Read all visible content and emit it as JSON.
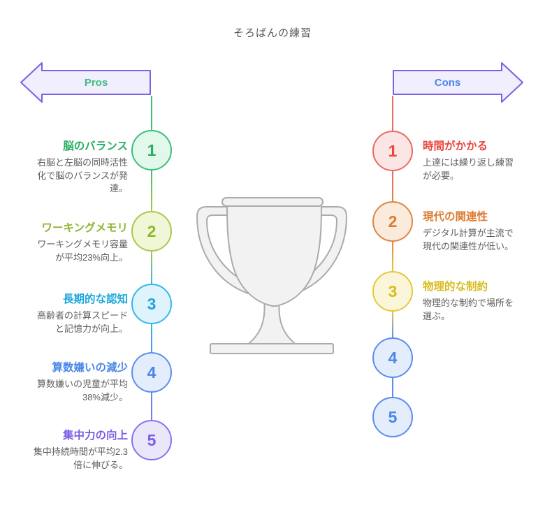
{
  "title": "そろばんの練習",
  "colors": {
    "background": "#FFFFFF",
    "title_text": "#565656",
    "description_text": "#5D5D5D",
    "arrow_fill": "#F1EEFD",
    "arrow_stroke": "#7D5FE8",
    "trophy_fill": "#F2F2F2",
    "trophy_stroke": "#ABABAB"
  },
  "pros": {
    "label": "Pros",
    "label_color": "#3DBD7D",
    "arrow_fill": "#F1EEFD",
    "arrow_stroke": "#7D5FE8",
    "items": [
      {
        "num": "1",
        "title": "脳のバランス",
        "desc": "右脳と左脳の同時活性化で脳のバランスが発達。",
        "line": "#3FBE7C",
        "fill": "#E2F8EB",
        "text": "#27AE60"
      },
      {
        "num": "2",
        "title": "ワーキングメモリ",
        "desc": "ワーキングメモリ容量が平均23%向上。",
        "line": "#A6C94F",
        "fill": "#F0F7D7",
        "text": "#93B431"
      },
      {
        "num": "3",
        "title": "長期的な認知",
        "desc": "高齢者の計算スピードと記憶力が向上。",
        "line": "#33B8E8",
        "fill": "#DFF3FC",
        "text": "#1BA6DD"
      },
      {
        "num": "4",
        "title": "算数嫌いの減少",
        "desc": "算数嫌いの児童が平均38%減少。",
        "line": "#5B8DEF",
        "fill": "#E4EDFC",
        "text": "#4A86E8"
      },
      {
        "num": "5",
        "title": "集中力の向上",
        "desc": "集中持続時間が平均2.3倍に伸びる。",
        "line": "#8B72E9",
        "fill": "#EAE7FB",
        "text": "#7A5CE6"
      }
    ]
  },
  "cons": {
    "label": "Cons",
    "label_color": "#4A86E8",
    "arrow_fill": "#F1EEFD",
    "arrow_stroke": "#7D5FE8",
    "items": [
      {
        "num": "1",
        "title": "時間がかかる",
        "desc": "上達には繰り返し練習が必要。",
        "line": "#E96C63",
        "fill": "#FBE6E5",
        "text": "#E8463E"
      },
      {
        "num": "2",
        "title": "現代の関連性",
        "desc": "デジタル計算が主流で現代の関連性が低い。",
        "line": "#E0863F",
        "fill": "#FAEBDC",
        "text": "#DE7B2F"
      },
      {
        "num": "3",
        "title": "物理的な制約",
        "desc": "物理的な制約で場所を選ぶ。",
        "line": "#E5C93A",
        "fill": "#FBF6D9",
        "text": "#D9BC1E"
      },
      {
        "num": "4",
        "line": "#5B8DEF",
        "fill": "#E4EDFC",
        "text": "#4A86E8"
      },
      {
        "num": "5",
        "line": "#5B8DEF",
        "fill": "#E4EDFC",
        "text": "#4A86E8"
      }
    ]
  },
  "center_icon": "trophy-icon"
}
